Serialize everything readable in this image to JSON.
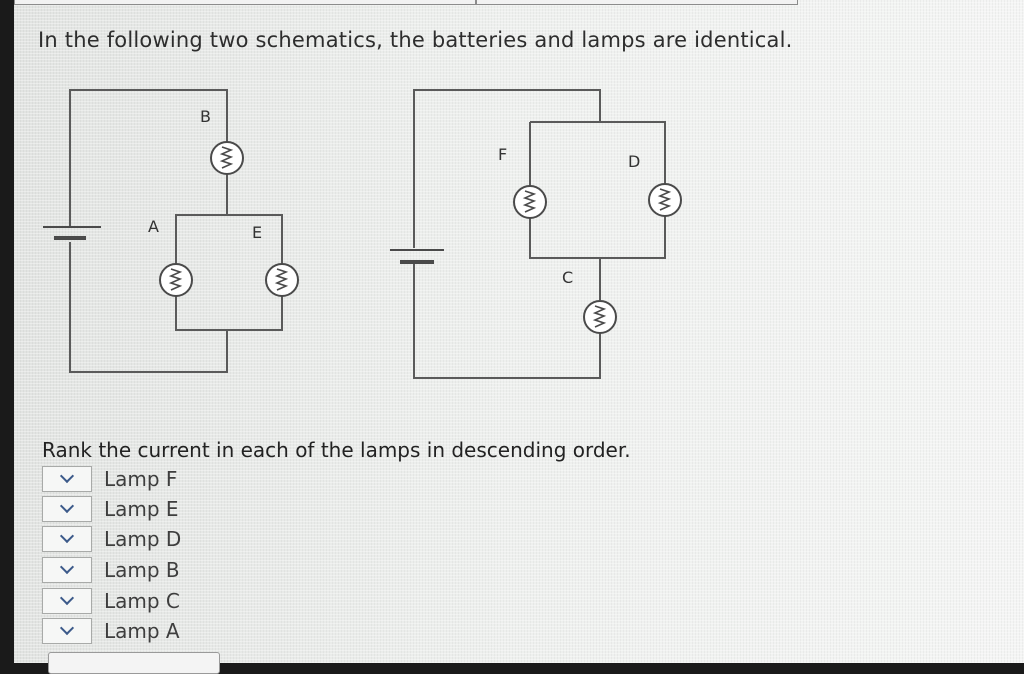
{
  "question": {
    "intro": "In the following two schematics, the batteries and lamps are identical."
  },
  "circuits": {
    "left": {
      "lamps": [
        {
          "id": "B",
          "label": "B"
        },
        {
          "id": "A",
          "label": "A"
        },
        {
          "id": "E",
          "label": "E"
        }
      ]
    },
    "right": {
      "lamps": [
        {
          "id": "F",
          "label": "F"
        },
        {
          "id": "D",
          "label": "D"
        },
        {
          "id": "C",
          "label": "C"
        }
      ]
    }
  },
  "ranking": {
    "prompt": "Rank the current in each of the lamps in descending order.",
    "items": [
      {
        "label": "Lamp F",
        "selected": ""
      },
      {
        "label": "Lamp E",
        "selected": ""
      },
      {
        "label": "Lamp D",
        "selected": ""
      },
      {
        "label": "Lamp B",
        "selected": ""
      },
      {
        "label": "Lamp C",
        "selected": ""
      },
      {
        "label": "Lamp A",
        "selected": ""
      }
    ]
  },
  "colors": {
    "wire": "#5a5a5a",
    "lamp_fill": "#ffffff",
    "dropdown_chevron": "#3c5a8a"
  },
  "icons": {
    "lamp": "lamp-resistor-icon",
    "battery": "battery-icon",
    "dropdown": "chevron-down-icon"
  }
}
